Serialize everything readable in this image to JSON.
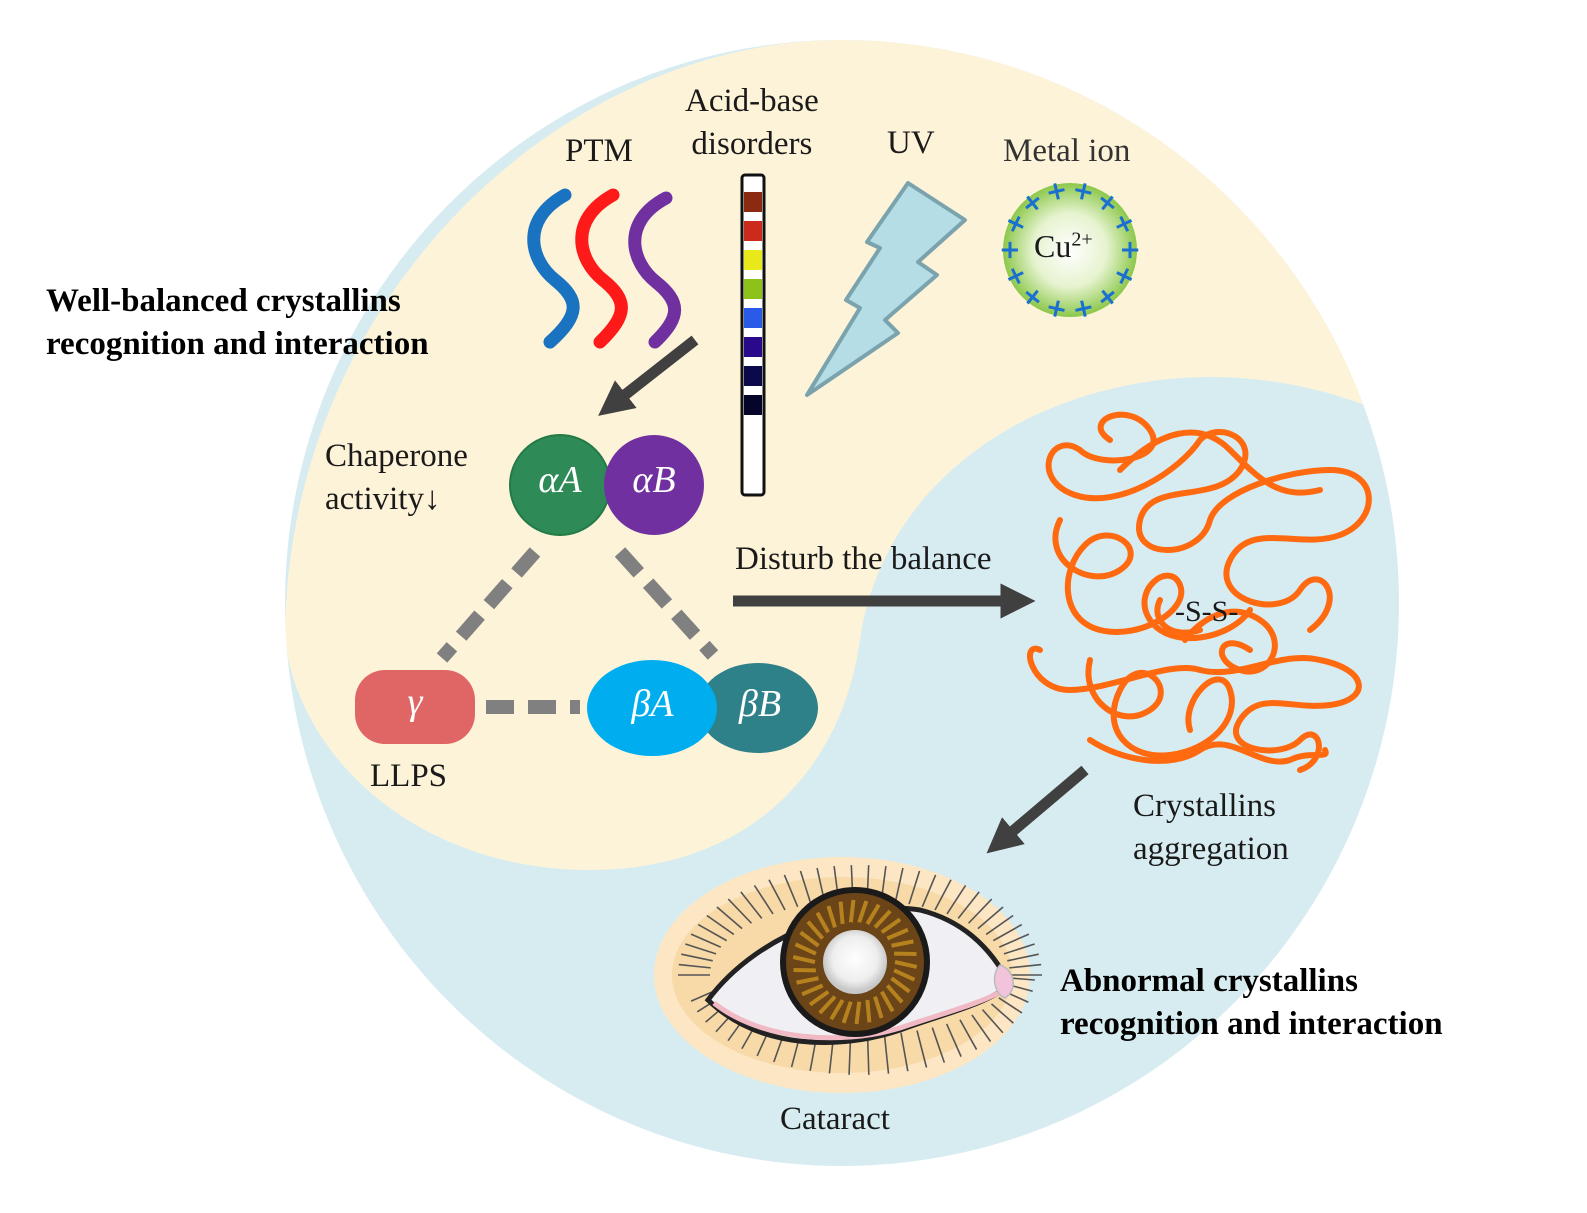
{
  "title_top": {
    "line1": "Well-balanced crystallins",
    "line2": "recognition and interaction"
  },
  "title_bottom": {
    "line1": "Abnormal crystallins",
    "line2": "recognition and interaction"
  },
  "factors": {
    "ptm": "PTM",
    "acid_base": {
      "line1": "Acid-base",
      "line2": "disorders"
    },
    "uv": "UV",
    "metal_ion": "Metal ion",
    "metal_symbol": "Cu",
    "metal_charge": "2+"
  },
  "crystallins": {
    "alphaA": "αA",
    "alphaB": "αB",
    "betaA": "βA",
    "betaB": "βB",
    "gamma": "γ"
  },
  "labels": {
    "chaperone": {
      "line1": "Chaperone",
      "line2": "activity↓"
    },
    "llps": "LLPS",
    "disturb": "Disturb the balance",
    "disulfide": "-S-S-",
    "aggregation": {
      "line1": "Crystallins",
      "line2": "aggregation"
    },
    "cataract": "Cataract"
  },
  "colors": {
    "cream": "#fdf3d8",
    "blue_bg": "#d7ecf1",
    "alphaA": "#2e8b57",
    "alphaB": "#7030a0",
    "betaA": "#00aeef",
    "betaB": "#2e8089",
    "gamma": "#e06666",
    "aggregate": "#ff6a10",
    "arrow": "#404040",
    "dash": "#808080",
    "ptm_strands": [
      "#1a73c0",
      "#ff1a1a",
      "#7030a0"
    ],
    "ph_bands": [
      "#8b2a10",
      "#cc2a1a",
      "#e8e81a",
      "#8cc21a",
      "#2a5ae8",
      "#2a0a8a",
      "#0a0a4a",
      "#05052a"
    ]
  }
}
